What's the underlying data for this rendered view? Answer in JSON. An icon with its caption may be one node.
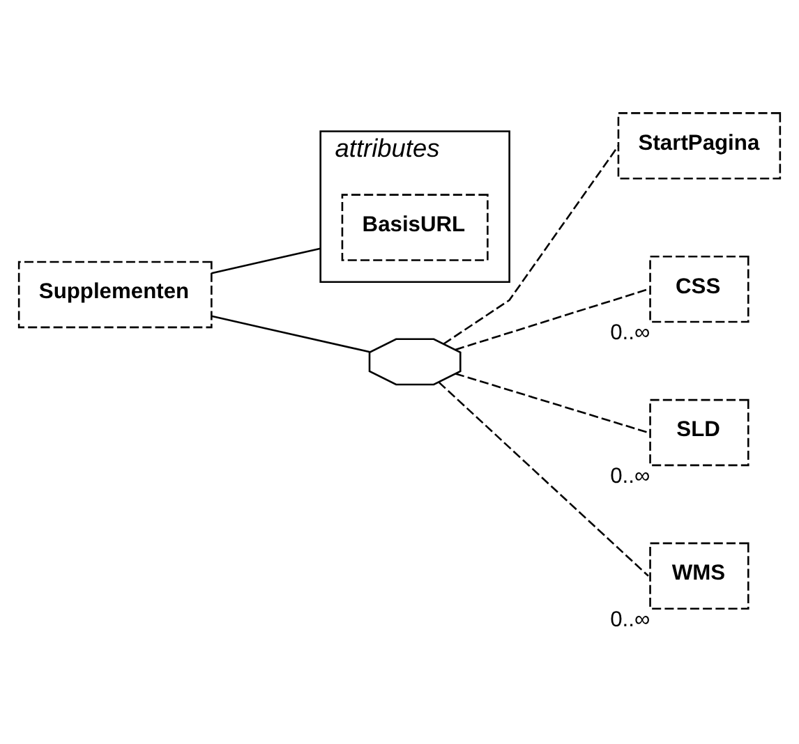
{
  "diagram": {
    "nodes": [
      {
        "text": [
          "Supplementen"
        ]
      },
      {
        "text": [
          "attributes"
        ]
      },
      {
        "text": [
          "BasisURL"
        ],
        "in": 1
      },
      {
        "text": [],
        "shape": "octagon"
      },
      {
        "text": [
          "StartPagina"
        ]
      },
      {
        "text": [
          "CSS"
        ],
        "beside": [
          "0..∞"
        ]
      },
      {
        "text": [
          "SLD"
        ],
        "beside": [
          "0..∞"
        ]
      },
      {
        "text": [
          "WMS"
        ],
        "beside": [
          "0..∞"
        ]
      }
    ],
    "edges": [
      {
        "from": 0,
        "to": 1,
        "arrow": "none"
      },
      {
        "from": 0,
        "to": 3,
        "arrow": "none"
      },
      {
        "from": 3,
        "to": 4,
        "arrow": "none",
        "style": "dashed"
      },
      {
        "from": 3,
        "to": 5,
        "arrow": "none",
        "style": "dashed"
      },
      {
        "from": 3,
        "to": 6,
        "arrow": "none",
        "style": "dashed"
      },
      {
        "from": 3,
        "to": 7,
        "arrow": "none",
        "style": "dashed"
      }
    ]
  }
}
